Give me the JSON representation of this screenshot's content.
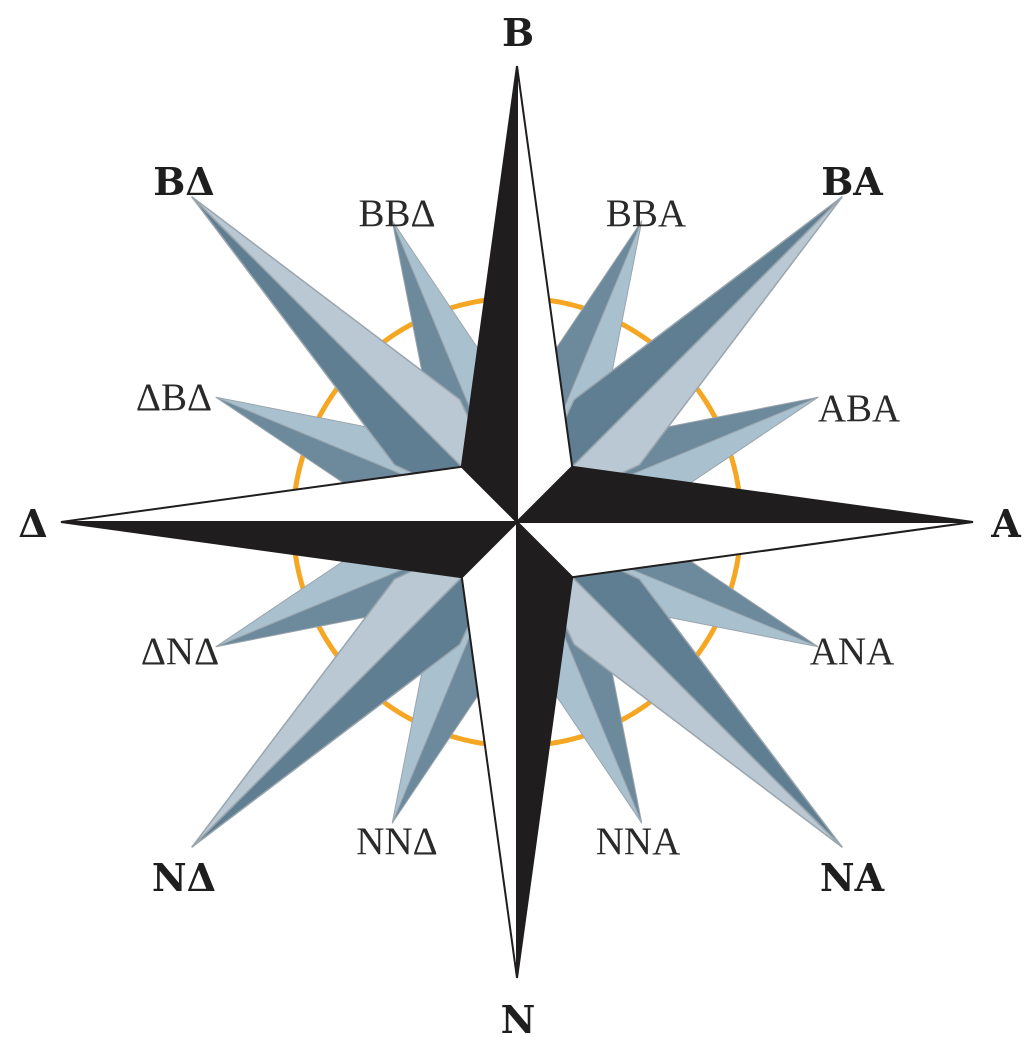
{
  "colors": {
    "cardinal_dark": "#1f1d1e",
    "cardinal_light": "#ffffff",
    "intercardinal_dark": "#5f7e92",
    "intercardinal_light": "#b9c8d2",
    "secondary_dark": "#6c8a9c",
    "secondary_light": "#a9c1cf",
    "ring": "#f5a623",
    "outline": "#9aa5ad"
  },
  "labels": {
    "cardinal": {
      "north": "B",
      "east": "A",
      "south": "N",
      "west": "Δ"
    },
    "intercardinal": {
      "ne": "BA",
      "se": "NA",
      "sw": "NΔ",
      "nw": "BΔ"
    },
    "secondary": {
      "nne": "BBA",
      "ene": "ABA",
      "ese": "ANA",
      "sse": "NNA",
      "ssw": "NNΔ",
      "wsw": "ΔNΔ",
      "wnw": "ΔBΔ",
      "nnw": "BBΔ"
    }
  }
}
